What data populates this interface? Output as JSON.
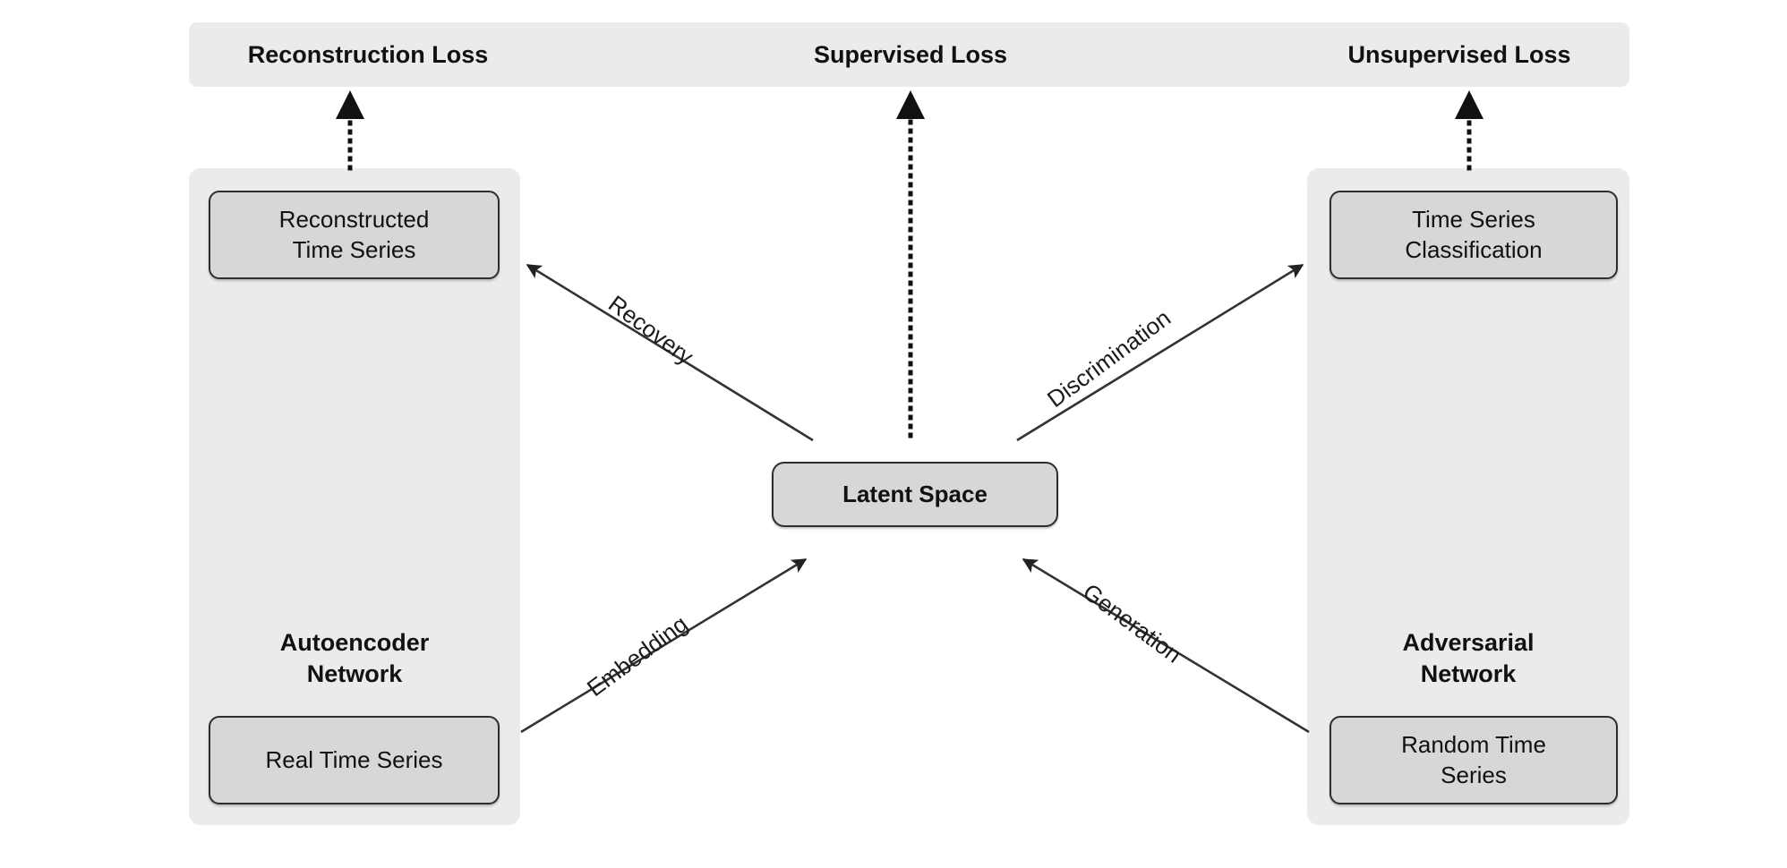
{
  "diagram": {
    "title": "Time Series GAN / Autoencoder Architecture",
    "background_color": "#ffffff",
    "panel_fill": "#ebebeb",
    "node_fill": "#d7d7d7",
    "node_border": "#2e2e2e",
    "stroke_color": "#333333"
  },
  "losses": {
    "reconstruction": "Reconstruction Loss",
    "supervised": "Supervised Loss",
    "unsupervised": "Unsupervised Loss"
  },
  "networks": {
    "autoencoder": "Autoencoder\nNetwork",
    "autoencoder_line1": "Autoencoder",
    "autoencoder_line2": "Network",
    "adversarial_line1": "Adversarial",
    "adversarial_line2": "Network"
  },
  "nodes": {
    "reconstructed_line1": "Reconstructed",
    "reconstructed_line2": "Time Series",
    "real_time_series": "Real Time Series",
    "latent_space": "Latent Space",
    "classification_line1": "Time Series",
    "classification_line2": "Classification",
    "random_line1": "Random Time",
    "random_line2": "Series"
  },
  "edges": {
    "recovery": "Recovery",
    "embedding": "Embedding",
    "discrimination": "Discrimination",
    "generation": "Generation"
  },
  "chart_data": {
    "type": "diagram",
    "title": "Time Series GAN architecture overview",
    "nodes": [
      {
        "id": "reconstructed",
        "label": "Reconstructed Time Series",
        "group": "Autoencoder Network"
      },
      {
        "id": "real",
        "label": "Real Time Series",
        "group": "Autoencoder Network"
      },
      {
        "id": "latent",
        "label": "Latent Space",
        "group": "center"
      },
      {
        "id": "classification",
        "label": "Time Series Classification",
        "group": "Adversarial Network"
      },
      {
        "id": "random",
        "label": "Random Time Series",
        "group": "Adversarial Network"
      }
    ],
    "groups": [
      {
        "id": "autoencoder",
        "label": "Autoencoder Network"
      },
      {
        "id": "adversarial",
        "label": "Adversarial Network"
      }
    ],
    "losses": [
      "Reconstruction Loss",
      "Supervised Loss",
      "Unsupervised Loss"
    ],
    "edges": [
      {
        "from": "latent",
        "to": "reconstructed",
        "label": "Recovery",
        "style": "solid"
      },
      {
        "from": "real",
        "to": "latent",
        "label": "Embedding",
        "style": "solid"
      },
      {
        "from": "latent",
        "to": "classification",
        "label": "Discrimination",
        "style": "solid"
      },
      {
        "from": "random",
        "to": "latent",
        "label": "Generation",
        "style": "solid"
      },
      {
        "from": "reconstructed",
        "to": "Reconstruction Loss",
        "label": "",
        "style": "dotted"
      },
      {
        "from": "latent",
        "to": "Supervised Loss",
        "label": "",
        "style": "dotted"
      },
      {
        "from": "classification",
        "to": "Unsupervised Loss",
        "label": "",
        "style": "dotted"
      }
    ]
  }
}
